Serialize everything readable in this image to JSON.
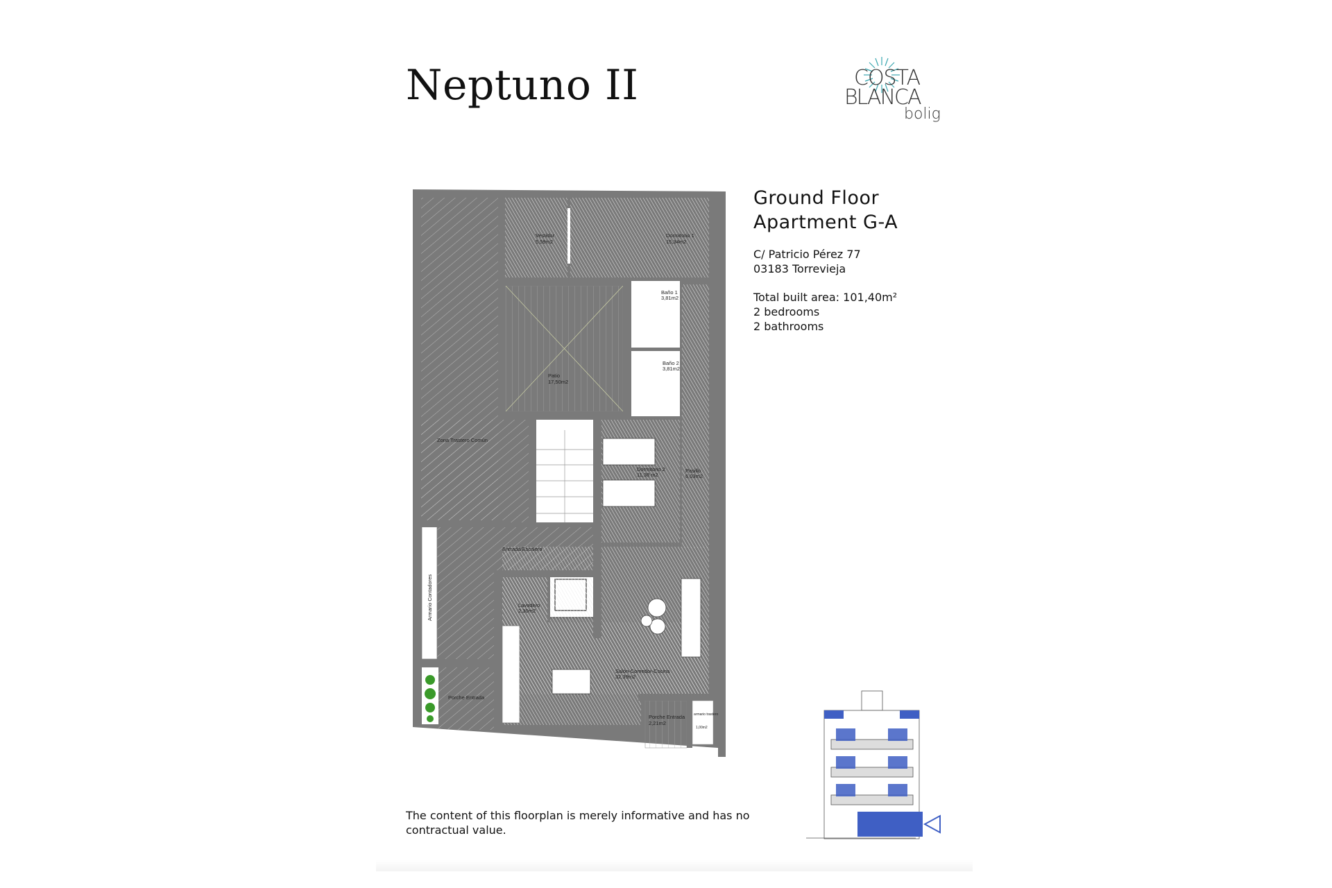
{
  "title": "Neptuno II",
  "logo": {
    "line1": "COSTA",
    "line2": "BLANCA",
    "line3": "bolig",
    "color": "#3aa6b0"
  },
  "info": {
    "floor": "Ground Floor",
    "apartment": "Apartment G-A",
    "address1": "C/ Patricio Pérez 77",
    "address2": "03183 Torrevieja",
    "area": "Total built area: 101,40m²",
    "bedrooms": "2 bedrooms",
    "bathrooms": "2 bathrooms"
  },
  "rooms": {
    "vestidor": {
      "name": "Vestidor",
      "area": "5,59m2"
    },
    "dormitorio1": {
      "name": "Dormitorio 1",
      "area": "15,34m2"
    },
    "bano1": {
      "name": "Baño 1",
      "area": "3,81m2"
    },
    "bano2": {
      "name": "Baño 2",
      "area": "3,81m2"
    },
    "patio": {
      "name": "Patio",
      "area": "17,50m2"
    },
    "trastero": {
      "name": "Zona Trastero Común"
    },
    "dormitorio2": {
      "name": "Dormitorio 2",
      "area": "11,38 m2"
    },
    "pasillo": {
      "name": "Pasillo",
      "area": "6,03m2"
    },
    "entrada": {
      "name": "Entrada/Escalera"
    },
    "contadores": {
      "name": "Armario Contadores"
    },
    "lavadero": {
      "name": "Lavadero",
      "area": "2,30m2"
    },
    "salon": {
      "name": "Salón-Comedor-Cocina",
      "area": "32,39m2"
    },
    "porche1": {
      "name": "Porche Entrada"
    },
    "porche2": {
      "name": "Porche Entrada",
      "area": "2,21m2"
    },
    "armario_trastero": {
      "name": "armario trastero",
      "area": "1,00m2"
    }
  },
  "disclaimer": "The content of this floorplan is merely informative and has no contractual value.",
  "colors": {
    "wall": "#7a7a7a",
    "highlight": "#3f5fc4",
    "accent": "#3aa6b0"
  }
}
